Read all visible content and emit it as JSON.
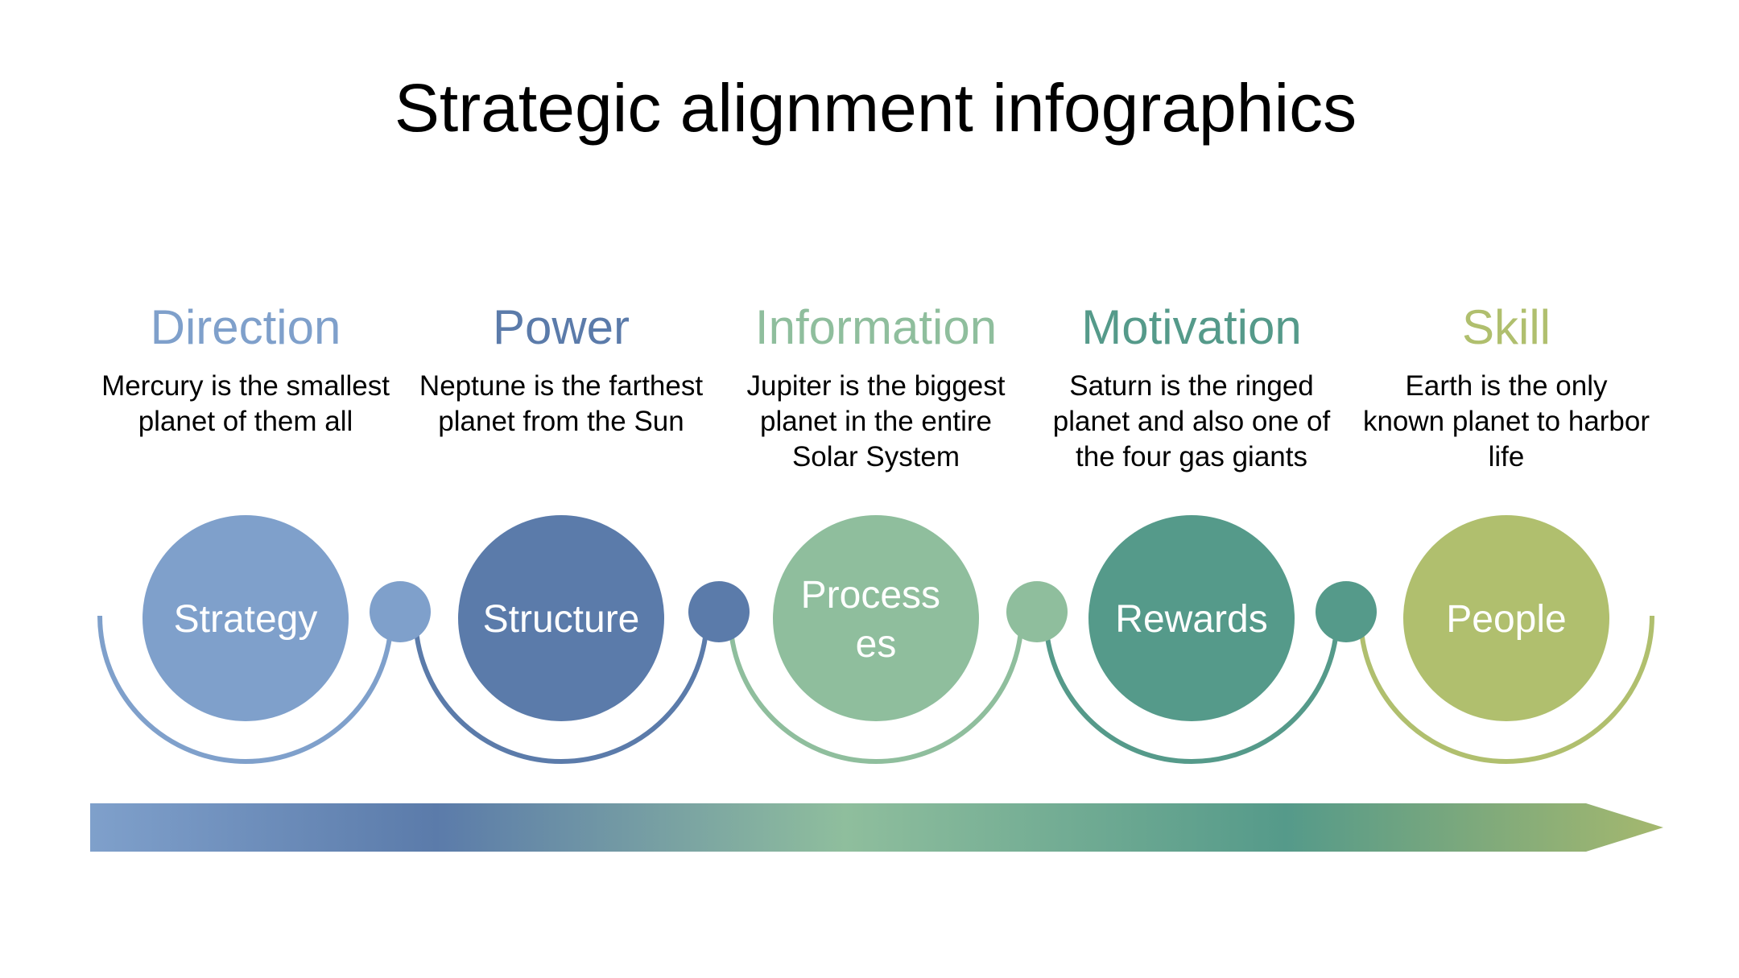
{
  "title": "Strategic alignment infographics",
  "steps": [
    {
      "heading": "Direction",
      "description": "Mercury is the smallest planet of them all",
      "circle_label": "Strategy",
      "color": "#7fa0cb"
    },
    {
      "heading": "Power",
      "description": "Neptune is the farthest planet from the Sun",
      "circle_label": "Structure",
      "color": "#5b7baa"
    },
    {
      "heading": "Information",
      "description": "Jupiter is the biggest planet in the entire Solar System",
      "circle_label": "Process\nes",
      "color": "#8fbe9d"
    },
    {
      "heading": "Motivation",
      "description": "Saturn is the ringed planet and also one of the four gas giants",
      "circle_label": "Rewards",
      "color": "#559a8a"
    },
    {
      "heading": "Skill",
      "description": "Earth is the only known planet to harbor life",
      "circle_label": "People",
      "color": "#b0bf6e"
    }
  ]
}
